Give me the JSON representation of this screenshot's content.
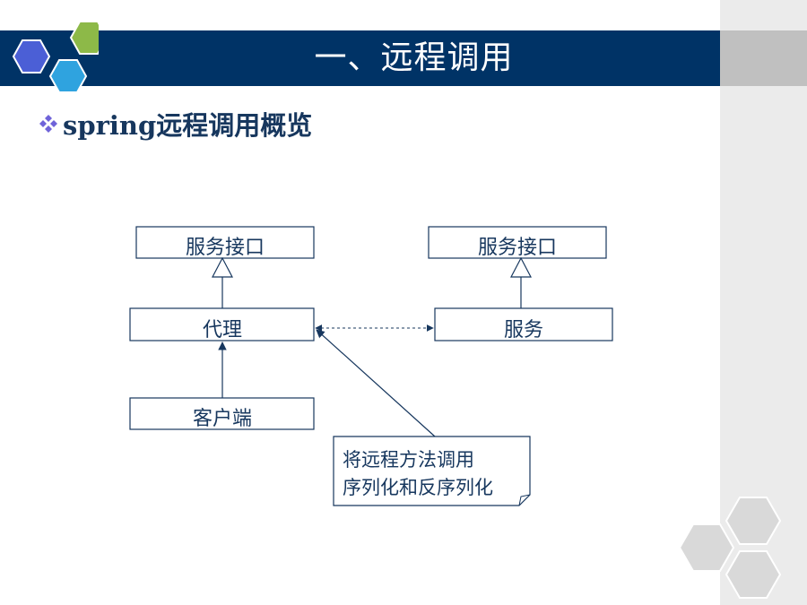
{
  "slide": {
    "title": "一、远程调用",
    "subtitle": "spring远程调用概览"
  },
  "colors": {
    "title_bar": "#003366",
    "strip": "#ebebeb",
    "hex_blue": "#4b5fd6",
    "hex_green": "#8db948",
    "hex_cyan": "#2fa3df",
    "hex_grey": "#d9d9d9",
    "heading": "#17375e"
  },
  "diagram": {
    "boxes": {
      "iface_left": "服务接口",
      "proxy": "代理",
      "client": "客户端",
      "iface_right": "服务接口",
      "service": "服务"
    },
    "note": {
      "line1": "将远程方法调用",
      "line2": "序列化和反序列化"
    }
  }
}
